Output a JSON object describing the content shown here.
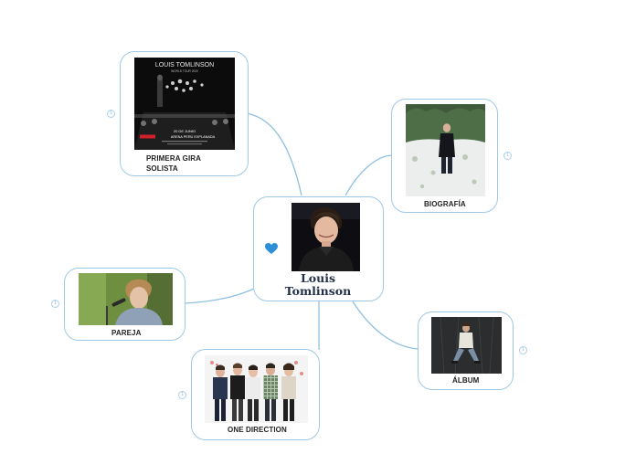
{
  "center": {
    "title_line1": "Louis",
    "title_line2": "Tomlinson"
  },
  "topics": {
    "gira": {
      "label_line1": "PRIMERA GIRA",
      "label_line2": "SOLISTA",
      "badge": "1",
      "poster_title": "LOUIS TOMLINSON",
      "poster_subtitle": "WORLD TOUR 2020",
      "poster_date": "20 DE JUNIO",
      "poster_venue": "ARENA PERÚ EXPLANADA"
    },
    "biografia": {
      "label": "BIOGRAFÍA",
      "badge": "1"
    },
    "pareja": {
      "label": "PAREJA",
      "badge": "1"
    },
    "one_direction": {
      "label": "ONE DIRECTION",
      "badge": "1"
    },
    "album": {
      "label": "ÁLBUM",
      "badge": "1"
    }
  },
  "colors": {
    "node_border": "#9ec9e6",
    "link": "#8fc0e0",
    "heart": "#2e8fd8",
    "title": "#23304a"
  },
  "icons": {
    "heart": "heart-icon"
  }
}
